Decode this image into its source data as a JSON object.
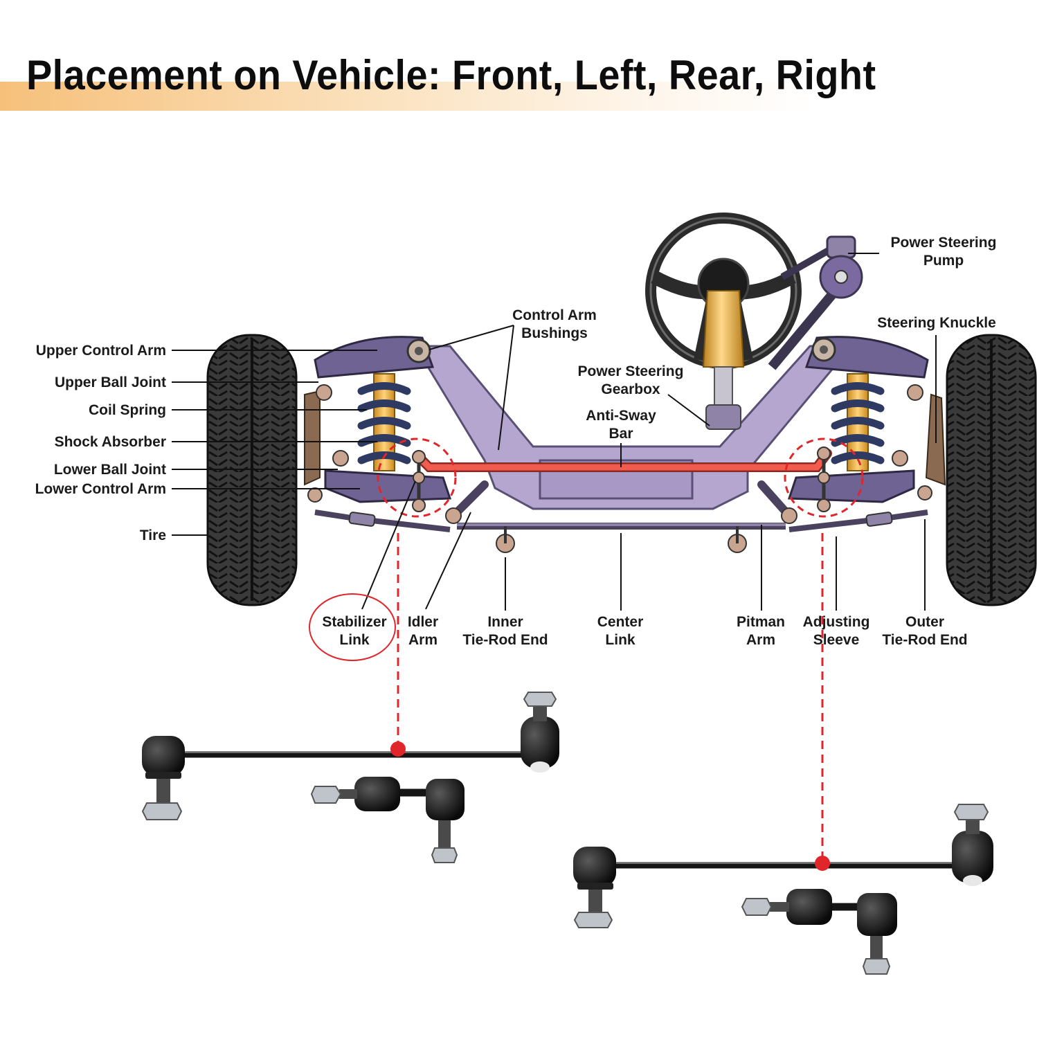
{
  "title": "Placement on Vehicle: Front, Left, Rear, Right",
  "labels": {
    "upper_control_arm": "Upper Control Arm",
    "upper_ball_joint": "Upper Ball Joint",
    "coil_spring": "Coil Spring",
    "shock_absorber": "Shock Absorber",
    "lower_ball_joint": "Lower Ball Joint",
    "lower_control_arm": "Lower Control Arm",
    "tire": "Tire",
    "control_arm_bushings": [
      "Control Arm",
      "Bushings"
    ],
    "power_steering_gearbox": [
      "Power Steering",
      "Gearbox"
    ],
    "anti_sway_bar": [
      "Anti-Sway",
      "Bar"
    ],
    "power_steering_pump": [
      "Power Steering",
      "Pump"
    ],
    "steering_knuckle": "Steering Knuckle",
    "stabilizer_link": [
      "Stabilizer",
      "Link"
    ],
    "idler_arm": [
      "Idler",
      "Arm"
    ],
    "inner_tie_rod_end": [
      "Inner",
      "Tie-Rod End"
    ],
    "center_link": [
      "Center",
      "Link"
    ],
    "pitman_arm": [
      "Pitman",
      "Arm"
    ],
    "adjusting_sleeve": [
      "Adjusting",
      "Sleeve"
    ],
    "outer_tie_rod_end": [
      "Outer",
      "Tie-Rod End"
    ]
  },
  "colors": {
    "frame": "#b4a6cf",
    "frame_dark": "#5a4f74",
    "sway_bar": "#f25c4e",
    "highlight": "#e0262b",
    "tire": "#2a2a2a",
    "spring": "#2f3a63",
    "shock": "#f2b13c",
    "column": "#d9a33a",
    "title_band": "#f6c07a"
  }
}
